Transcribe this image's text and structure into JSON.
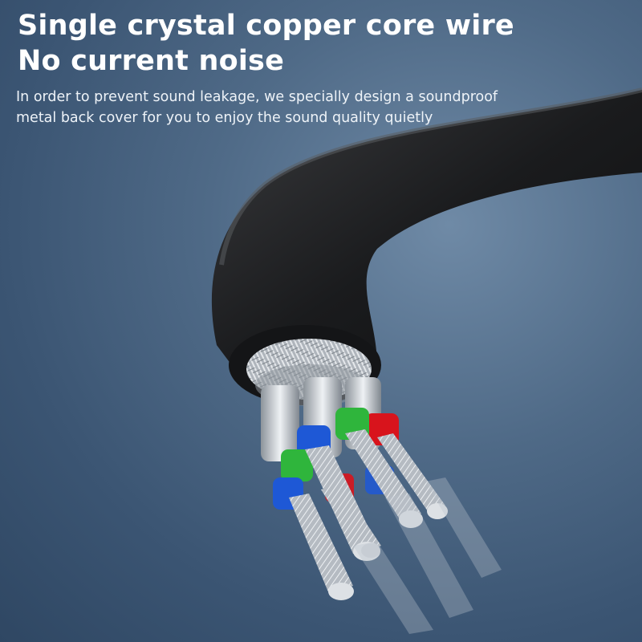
{
  "headline": {
    "line1": "Single crystal copper core wire",
    "line2": "No current noise"
  },
  "description": "In order to prevent sound leakage, we specially design a soundproof metal back cover for you to enjoy the sound quality quietly",
  "colors": {
    "background": "#4f6a87",
    "cable_jacket": "#1c1d1f",
    "braid_shield": "#b8bec5",
    "core_blue": "#1e58d6",
    "core_green": "#2fb53c",
    "core_red": "#d8141c",
    "copper_strand": "#c7ccd2"
  },
  "icons": [
    "cable-jacket",
    "braided-shield",
    "insulated-core",
    "stranded-wire"
  ]
}
